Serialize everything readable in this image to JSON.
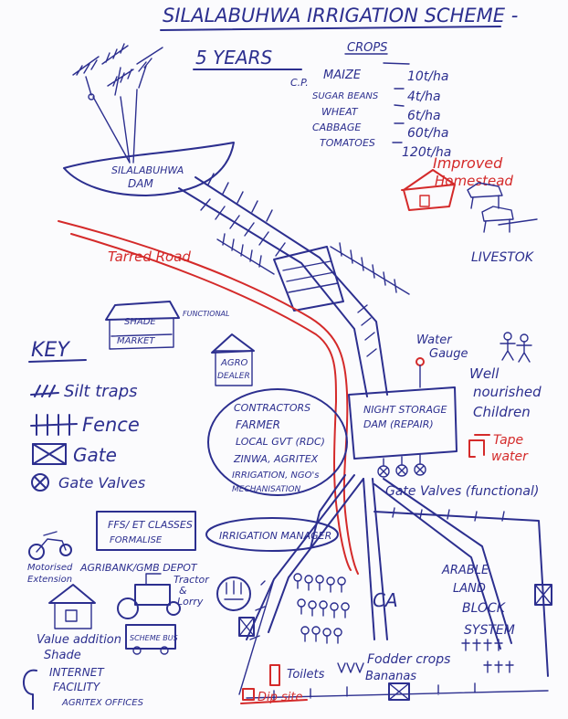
{
  "title": "SILALABUHWA IRRIGATION SCHEME -",
  "years": "5 YEARS",
  "cp": "C.P.",
  "crops": {
    "header": "CROPS",
    "rows": [
      {
        "crop": "MAIZE",
        "yield": "10t/ha"
      },
      {
        "crop": "SUGAR BEANS",
        "yield": "4t/ha"
      },
      {
        "crop": "WHEAT",
        "yield": "6t/ha"
      },
      {
        "crop": "CABBAGE",
        "yield": "60t/ha"
      },
      {
        "crop": "TOMATOES",
        "yield": "120t/ha"
      }
    ]
  },
  "dam": [
    "SILALABUHWA",
    "DAM"
  ],
  "improved_homestead": [
    "Improved",
    "Homestead"
  ],
  "livestock": "LIVESTOK",
  "tarred_road": "Tarred Road",
  "key": {
    "title": "KEY",
    "items": [
      "Silt traps",
      "Fence",
      "Gate",
      "Gate Valves"
    ]
  },
  "shade": [
    "SHADE",
    "MARKET"
  ],
  "shade_note": "FUNCTIONAL",
  "agro_dealer": [
    "AGRO",
    "DEALER"
  ],
  "water_gauge": [
    "Water",
    "Gauge"
  ],
  "children": [
    "Well",
    "nourished",
    "Children"
  ],
  "stakeholders": [
    "CONTRACTORS",
    "FARMER",
    "LOCAL GVT (RDC)",
    "ZINWA, AGRITEX",
    "IRRIGATION, NGO's",
    "MECHANISATION"
  ],
  "night_storage": [
    "NIGHT STORAGE",
    "DAM (REPAIR)"
  ],
  "tape_water": [
    "Tape",
    "water"
  ],
  "gate_valves_functional": "Gate Valves (functional)",
  "extension": [
    "Motorised",
    "Extension"
  ],
  "ffs": [
    "FFS/ ET CLASSES",
    "FORMALISE"
  ],
  "agribank": "AGRIBANK/GMB DEPOT",
  "irrigation_manager": "IRRIGATION MANAGER",
  "tractor": [
    "Tractor",
    "&",
    "Lorry"
  ],
  "arable": [
    "ARABLE",
    "LAND",
    "BLOCK",
    "SYSTEM"
  ],
  "ca": "CA",
  "value_addition": [
    "Value addition",
    "Shade"
  ],
  "scheme_bus": "SCHEME BUS",
  "toilets": "Toilets",
  "fodder": [
    "Fodder crops",
    "Bananas"
  ],
  "dip_site": "Dip site",
  "internet": [
    "INTERNET",
    "FACILITY",
    "AGRITEX OFFICES"
  ]
}
